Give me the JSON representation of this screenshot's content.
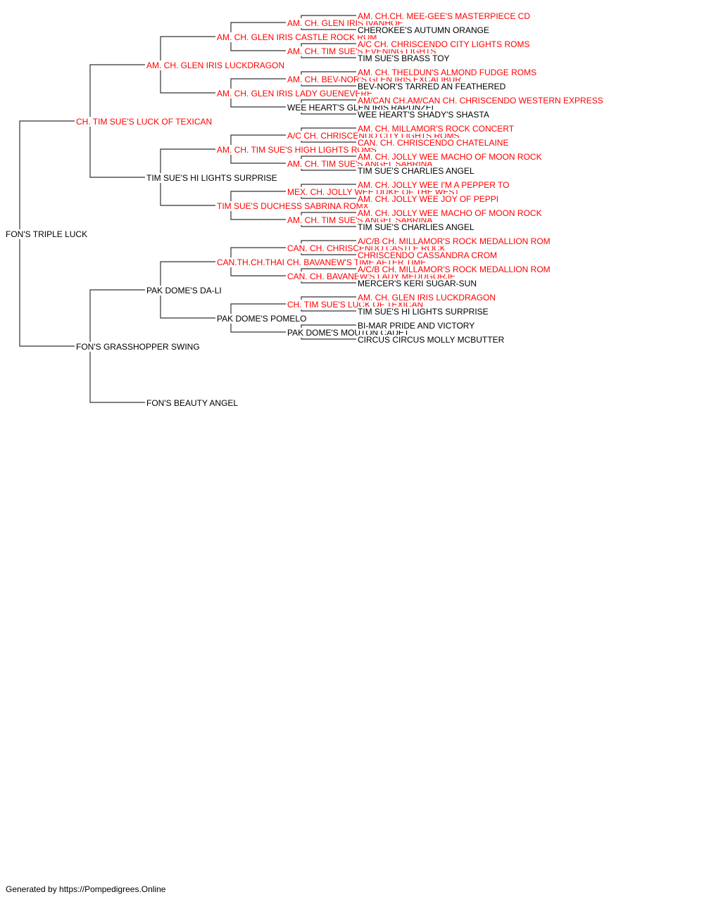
{
  "colors": {
    "champion": "#ff0000",
    "regular": "#000000",
    "line": "#333333"
  },
  "pedigree": {
    "name": "FON'S TRIPLE LUCK",
    "champion": false,
    "sire": {
      "name": "CH. TIM SUE'S LUCK OF TEXICAN",
      "champion": true,
      "sire": {
        "name": "AM. CH. GLEN IRIS LUCKDRAGON",
        "champion": true,
        "sire": {
          "name": "AM. CH. GLEN IRIS CASTLE ROCK ROM",
          "champion": true,
          "sire": {
            "name": "AM. CH. GLEN IRIS IVANHOE",
            "champion": true,
            "sire": {
              "name": "AM. CH.CH. MEE-GEE'S MASTERPIECE CD",
              "champion": true
            },
            "dam": {
              "name": "CHEROKEE'S AUTUMN ORANGE",
              "champion": false
            }
          },
          "dam": {
            "name": "AM. CH. TIM SUE'S EVENING LIGHTS",
            "champion": true,
            "sire": {
              "name": "A/C CH. CHRISCENDO CITY LIGHTS ROMS",
              "champion": true
            },
            "dam": {
              "name": "TIM SUE'S BRASS TOY",
              "champion": false
            }
          }
        },
        "dam": {
          "name": "AM. CH. GLEN IRIS LADY GUENEVERE",
          "champion": true,
          "sire": {
            "name": "AM. CH. BEV-NOR'S GLEN IRIS EXCALIBUR",
            "champion": true,
            "sire": {
              "name": "AM. CH. THELDUN'S ALMOND FUDGE ROMS",
              "champion": true
            },
            "dam": {
              "name": "BEV-NOR'S TARRED AN FEATHERED",
              "champion": false
            }
          },
          "dam": {
            "name": "WEE HEART'S GLEN IRIS RAPUNZEL",
            "champion": false,
            "sire": {
              "name": "AM/CAN CH.AM/CAN CH. CHRISCENDO WESTERN EXPRESS",
              "champion": true
            },
            "dam": {
              "name": "WEE HEART'S SHADY'S SHASTA",
              "champion": false
            }
          }
        }
      },
      "dam": {
        "name": "TIM SUE'S HI LIGHTS SURPRISE",
        "champion": false,
        "sire": {
          "name": "AM. CH. TIM SUE'S HIGH LIGHTS ROMS",
          "champion": true,
          "sire": {
            "name": "A/C CH. CHRISCENDO CITY LIGHTS ROMS",
            "champion": true,
            "sire": {
              "name": "AM. CH. MILLAMOR'S ROCK CONCERT",
              "champion": true
            },
            "dam": {
              "name": "CAN. CH. CHRISCENDO CHATELAINE",
              "champion": true
            }
          },
          "dam": {
            "name": "AM. CH. TIM SUE'S ANGEL SABRINA",
            "champion": true,
            "sire": {
              "name": "AM. CH. JOLLY WEE MACHO OF MOON ROCK",
              "champion": true
            },
            "dam": {
              "name": "TIM SUE'S CHARLIES ANGEL",
              "champion": false
            }
          }
        },
        "dam": {
          "name": "TIM SUE'S DUCHESS SABRINA ROMX",
          "champion": true,
          "sire": {
            "name": "MEX. CH. JOLLY WEE DUKE OF THE WEST",
            "champion": true,
            "sire": {
              "name": "AM. CH. JOLLY WEE I'M A PEPPER TO",
              "champion": true
            },
            "dam": {
              "name": "AM. CH. JOLLY WEE JOY OF PEPPI",
              "champion": true
            }
          },
          "dam": {
            "name": "AM. CH. TIM SUE'S ANGEL SABRINA",
            "champion": true,
            "sire": {
              "name": "AM. CH. JOLLY WEE MACHO OF MOON ROCK",
              "champion": true
            },
            "dam": {
              "name": "TIM SUE'S CHARLIES ANGEL",
              "champion": false
            }
          }
        }
      }
    },
    "dam": {
      "name": "FON'S GRASSHOPPER SWING",
      "champion": false,
      "sire": {
        "name": "PAK DOME'S DA-LI",
        "champion": false,
        "sire": {
          "name": "CAN.TH.CH.THAI CH. BAVANEW'S TIME AFTER TIME",
          "champion": true,
          "sire": {
            "name": "CAN. CH. CHRISCENDO CASTLE ROCK",
            "champion": true,
            "sire": {
              "name": "A/C/B CH. MILLAMOR'S ROCK MEDALLION ROM",
              "champion": true
            },
            "dam": {
              "name": "CHRISCENDO CASSANDRA CROM",
              "champion": true
            }
          },
          "dam": {
            "name": "CAN. CH. BAVANEW'S LADY MEDUGORJE",
            "champion": true,
            "sire": {
              "name": "A/C/B CH. MILLAMOR'S ROCK MEDALLION ROM",
              "champion": true
            },
            "dam": {
              "name": "MERCER'S KERI SUGAR-SUN",
              "champion": false
            }
          }
        },
        "dam": {
          "name": "PAK DOME'S POMELO",
          "champion": false,
          "sire": {
            "name": "CH. TIM SUE'S LUCK OF TEXICAN",
            "champion": true,
            "sire": {
              "name": "AM. CH. GLEN IRIS LUCKDRAGON",
              "champion": true
            },
            "dam": {
              "name": "TIM SUE'S HI LIGHTS SURPRISE",
              "champion": false
            }
          },
          "dam": {
            "name": "PAK DOME'S MOUTON CADET",
            "champion": false,
            "sire": {
              "name": "BI-MAR PRIDE AND VICTORY",
              "champion": false
            },
            "dam": {
              "name": "CIRCUS CIRCUS MOLLY MCBUTTER",
              "champion": false
            }
          }
        }
      },
      "dam": {
        "name": "FON'S BEAUTY ANGEL",
        "champion": false
      }
    }
  },
  "footer": "Generated by https://Pompedigrees.Online"
}
